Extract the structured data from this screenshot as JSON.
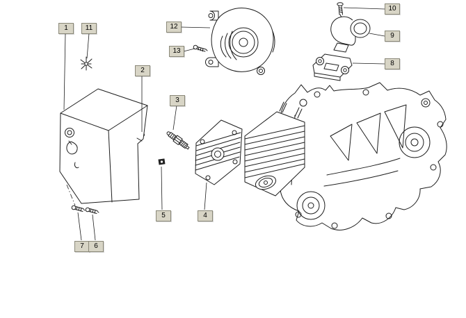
{
  "colors": {
    "background": "#ffffff",
    "line": "#1c1c1c",
    "callout_bg": "#d8d5c6",
    "callout_border": "#8a8878",
    "callout_text": "#000000"
  },
  "callouts": [
    {
      "label": "1"
    },
    {
      "label": "2"
    },
    {
      "label": "3"
    },
    {
      "label": "4"
    },
    {
      "label": "5"
    },
    {
      "label": "6"
    },
    {
      "label": "7"
    },
    {
      "label": "8"
    },
    {
      "label": "9"
    },
    {
      "label": "10"
    },
    {
      "label": "11"
    },
    {
      "label": "12"
    },
    {
      "label": "13"
    }
  ]
}
